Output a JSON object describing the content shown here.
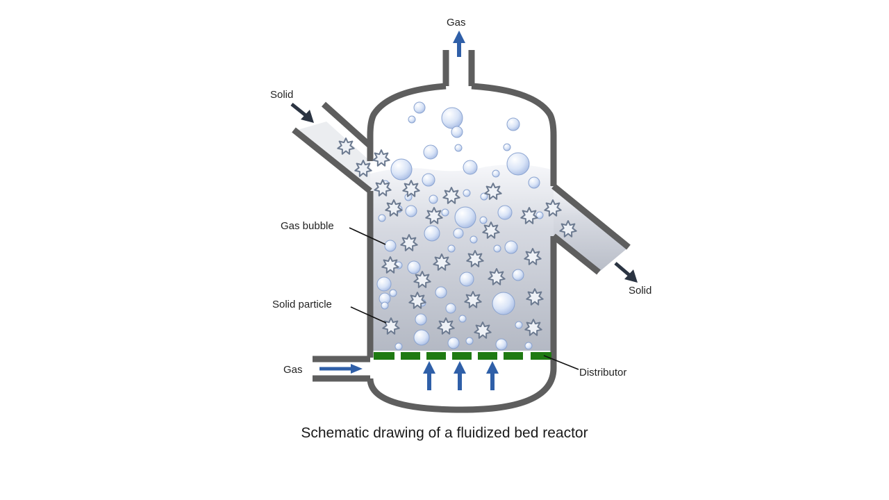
{
  "diagram": {
    "labels": {
      "gas_top": "Gas",
      "solid_in": "Solid",
      "gas_bubble": "Gas bubble",
      "solid_particle": "Solid particle",
      "gas_in": "Gas",
      "distributor": "Distributor",
      "solid_out": "Solid"
    },
    "caption": "Schematic drawing of a fluidized bed reactor"
  },
  "colors": {
    "wall": "#5e5e5e",
    "arrow_blue": "#2f5fa8",
    "arrow_dark": "#2b3442",
    "distributor": "#1f7a12",
    "bubble_fill": "#cfdcf4",
    "bubble_stroke": "#8aa3d0",
    "particle": "#6c7a90"
  }
}
